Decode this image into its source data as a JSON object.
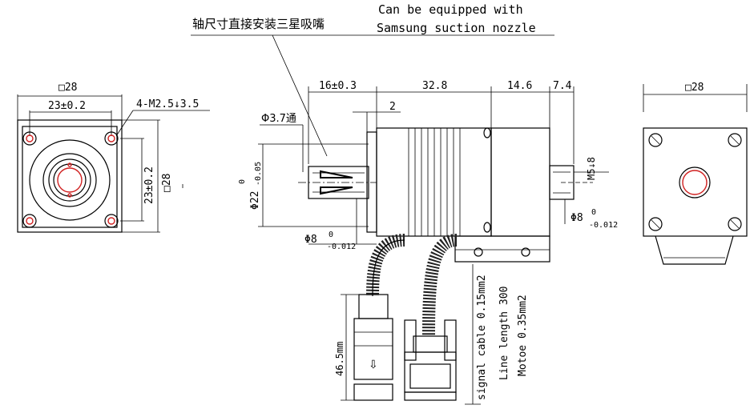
{
  "annotations": {
    "chinese_note": "轴尺寸直接安装三星吸嘴",
    "english_note_line1": "Can be equipped with",
    "english_note_line2": "Samsung suction nozzle"
  },
  "front_view": {
    "square_size": "□28",
    "hole_spacing_h": "23±0.2",
    "hole_spacing_v": "23±0.2",
    "side_square": "□28",
    "thread": "4-M2.5↓3.5"
  },
  "side_view": {
    "dim_shaft": "16±0.3",
    "dim_body": "32.8",
    "dim_rear": "14.6",
    "dim_rear_shaft": "7.4",
    "dim_step": "2",
    "hole_dia": "Φ3.7通",
    "flange_dia": "Φ22",
    "flange_tol_upper": "0",
    "flange_tol_lower": "-0.05",
    "shaft_dia": "Φ8",
    "shaft_tol_upper": "0",
    "shaft_tol_lower": "-0.012",
    "rear_shaft_dia": "Φ8",
    "rear_shaft_tol_upper": "0",
    "rear_shaft_tol_lower": "-0.012",
    "rear_thread": "M5↓8",
    "connector_height": "46.5mm",
    "signal_cable": "signal cable 0.15mm2",
    "line_length": "Line length 300",
    "motor_cable": "Motoe 0.35mm2"
  },
  "rear_view": {
    "square_size": "□28"
  }
}
